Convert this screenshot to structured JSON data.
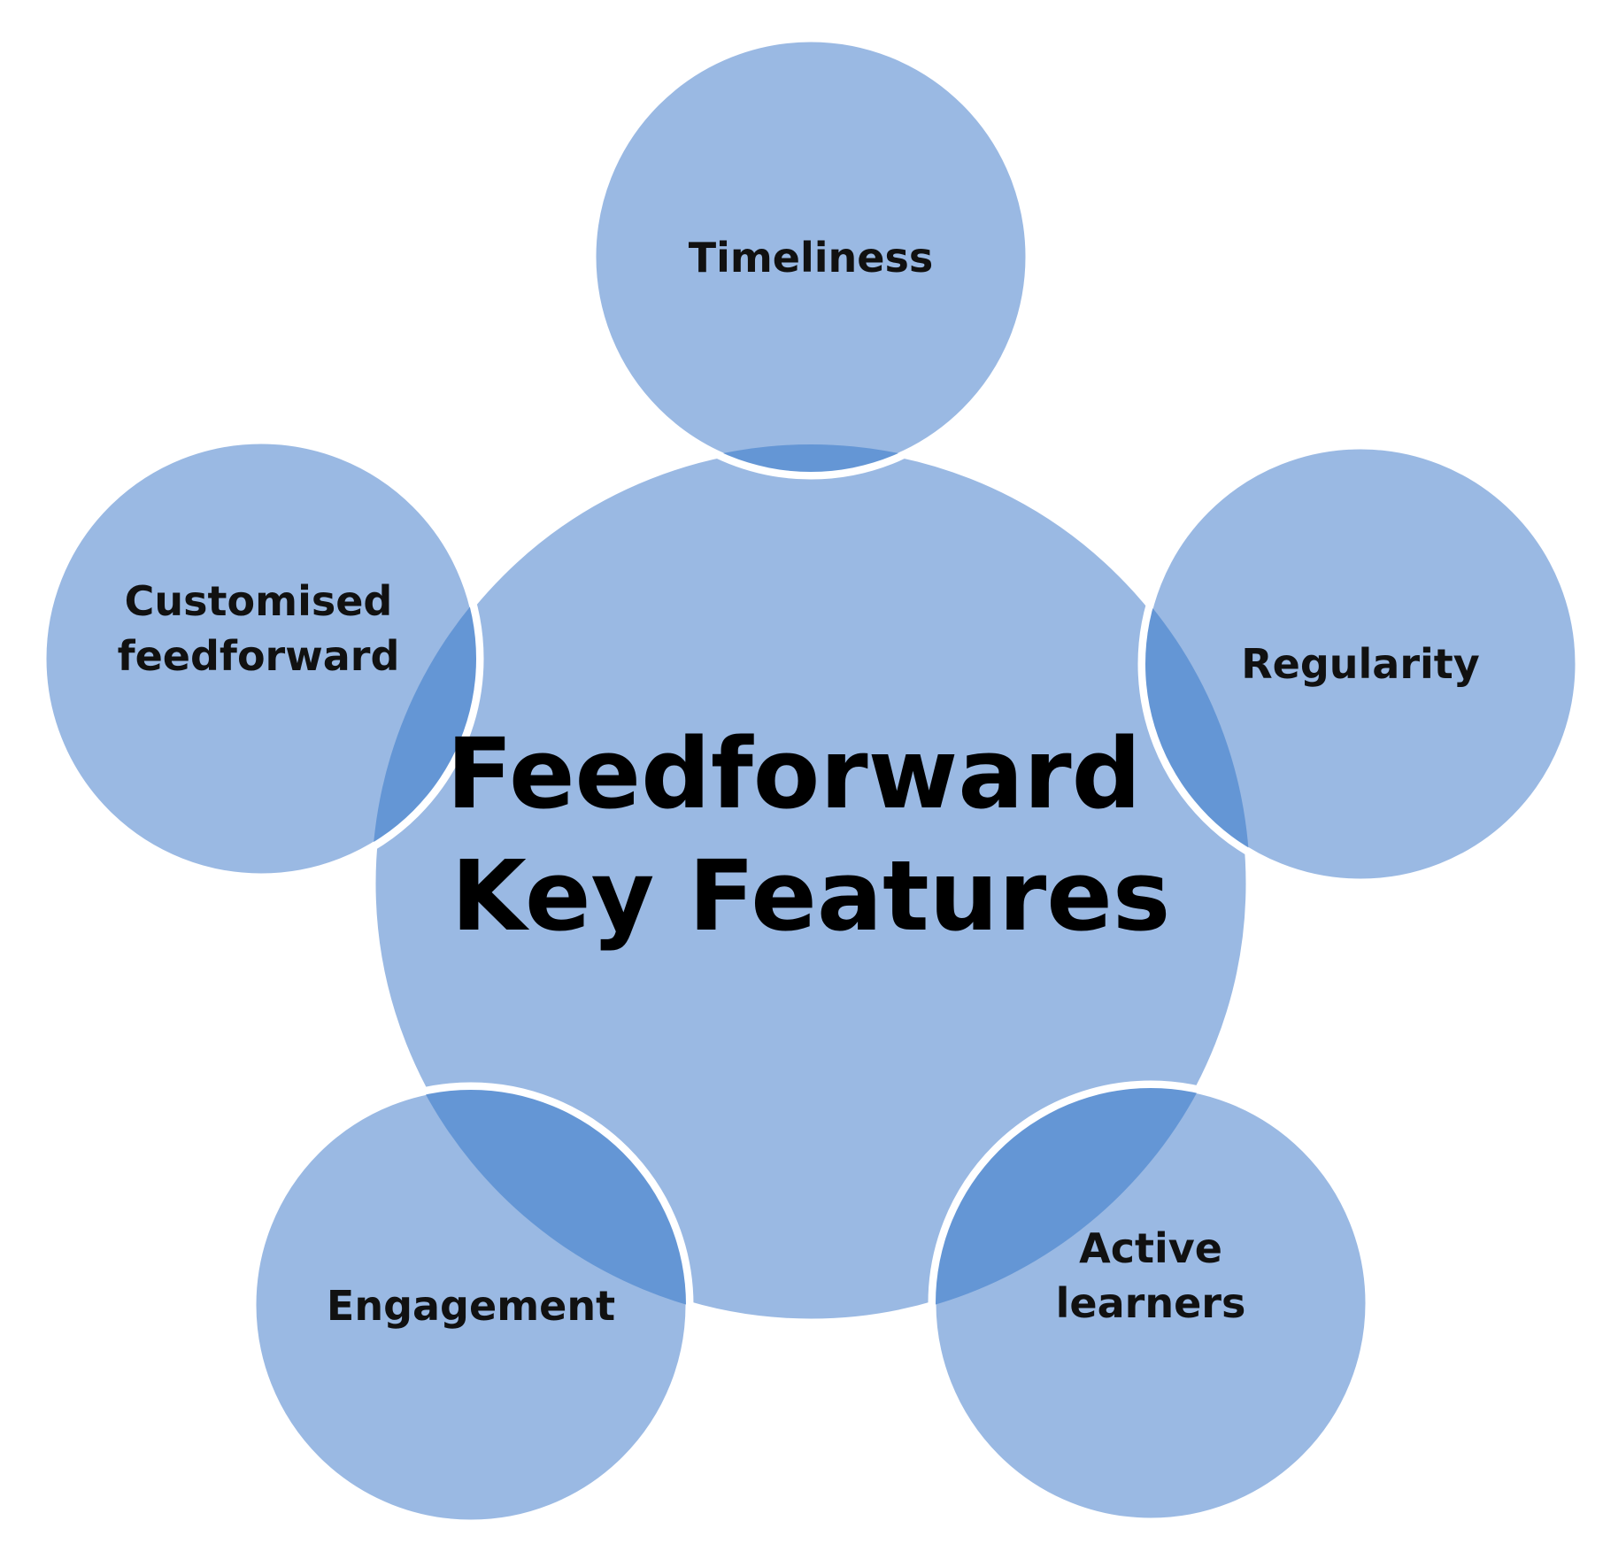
{
  "center": {
    "lines": [
      "Feedforward",
      "Key Features"
    ]
  },
  "features": [
    {
      "id": "timeliness",
      "lines": [
        "Timeliness"
      ]
    },
    {
      "id": "regularity",
      "lines": [
        "Regularity"
      ]
    },
    {
      "id": "active-learners",
      "lines": [
        "Active",
        "learners"
      ]
    },
    {
      "id": "engagement",
      "lines": [
        "Engagement"
      ]
    },
    {
      "id": "customised-feedforward",
      "lines": [
        "Customised",
        "feedforward"
      ]
    }
  ],
  "colors": {
    "circle": "#9ab9e3",
    "overlap": "#6496d5",
    "outline": "#ffffff",
    "text": "#000000"
  }
}
